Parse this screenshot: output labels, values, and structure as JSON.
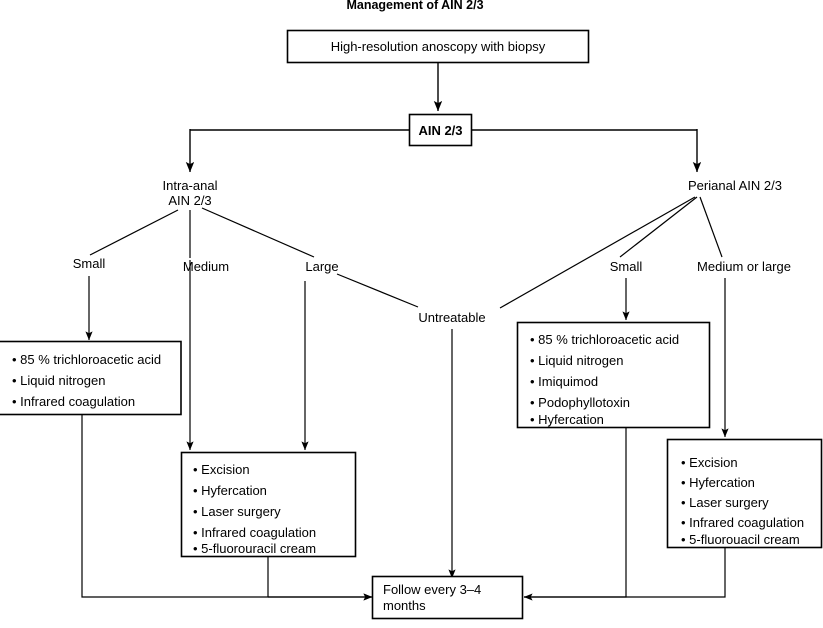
{
  "title": "Management of AIN 2/3",
  "nodes": {
    "top_box": "High-resolution anoscopy with biopsy",
    "ain_box": "AIN 2/3",
    "intra_anal_line1": "Intra-anal",
    "intra_anal_line2": "AIN 2/3",
    "perianal": "Perianal AIN 2/3",
    "untreatable": "Untreatable",
    "follow_line1": "Follow every 3–4",
    "follow_line2": "months"
  },
  "branch_labels": {
    "intra_small": "Small",
    "intra_medium": "Medium",
    "intra_large": "Large",
    "perianal_small": "Small",
    "perianal_medium_large": "Medium or large"
  },
  "treatment_boxes": {
    "intra_anal_small": {
      "name": "intra-anal-small-treatments",
      "items": [
        "• 85 % trichloroacetic acid",
        "• Liquid nitrogen",
        "• Infrared coagulation"
      ]
    },
    "intra_anal_medium_large": {
      "name": "intra-anal-medium-large-treatments",
      "items": [
        "• Excision",
        "• Hyfercation",
        "• Laser surgery",
        "• Infrared coagulation",
        "• 5-fluorouracil cream"
      ]
    },
    "perianal_small": {
      "name": "perianal-small-treatments",
      "items": [
        "• 85 % trichloroacetic acid",
        "• Liquid nitrogen",
        "• Imiquimod",
        "• Podophyllotoxin",
        "• Hyfercation"
      ]
    },
    "perianal_medium_large": {
      "name": "perianal-medium-large-treatments",
      "items": [
        "• Excision",
        "• Hyfercation",
        "• Laser surgery",
        "• Infrared coagulation",
        "• 5-fluorouacil cream"
      ]
    }
  },
  "colors": {
    "stroke": "#000000",
    "background": "#ffffff",
    "text": "#000000"
  }
}
